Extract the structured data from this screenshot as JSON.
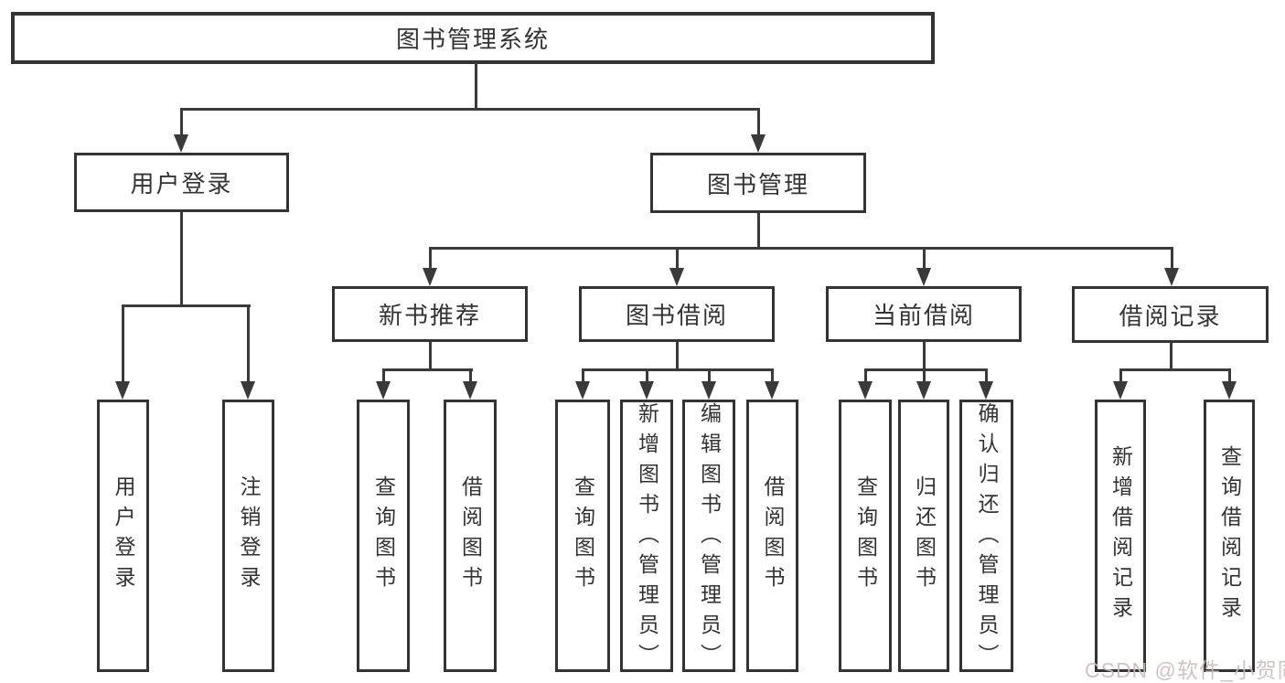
{
  "nodes": {
    "root": {
      "label": "图书管理系统"
    },
    "user_login": {
      "label": "用户登录"
    },
    "book_mgmt": {
      "label": "图书管理"
    },
    "new_book_rec": {
      "label": "新书推荐"
    },
    "book_borrow": {
      "label": "图书借阅"
    },
    "current_borrow": {
      "label": "当前借阅"
    },
    "borrow_record": {
      "label": "借阅记录"
    },
    "leaf_user_login": {
      "label": "用户登录"
    },
    "leaf_logout": {
      "label": "注销登录"
    },
    "leaf_nb_query": {
      "label": "查询图书"
    },
    "leaf_nb_borrow": {
      "label": "借阅图书"
    },
    "leaf_bb_query": {
      "label": "查询图书"
    },
    "leaf_bb_add": {
      "label": "新增图书（管理员）"
    },
    "leaf_bb_edit": {
      "label": "编辑图书（管理员）"
    },
    "leaf_bb_borrow": {
      "label": "借阅图书"
    },
    "leaf_cb_query": {
      "label": "查询图书"
    },
    "leaf_cb_return": {
      "label": "归还图书"
    },
    "leaf_cb_confirm": {
      "label": "确认归还（管理员）"
    },
    "leaf_br_add": {
      "label": "新增借阅记录"
    },
    "leaf_br_query": {
      "label": "查询借阅记录"
    }
  },
  "hierarchy": {
    "图书管理系统": {
      "用户登录": [
        "用户登录",
        "注销登录"
      ],
      "图书管理": {
        "新书推荐": [
          "查询图书",
          "借阅图书"
        ],
        "图书借阅": [
          "查询图书",
          "新增图书（管理员）",
          "编辑图书（管理员）",
          "借阅图书"
        ],
        "当前借阅": [
          "查询图书",
          "归还图书",
          "确认归还（管理员）"
        ],
        "借阅记录": [
          "新增借阅记录",
          "查询借阅记录"
        ]
      }
    }
  },
  "watermark": {
    "text": "CSDN @软件_小贺同学",
    "color": "#c9bcbc"
  },
  "colors": {
    "line": "#3a3a3a",
    "border": "#333333",
    "text": "#333333",
    "background": "#ffffff"
  }
}
